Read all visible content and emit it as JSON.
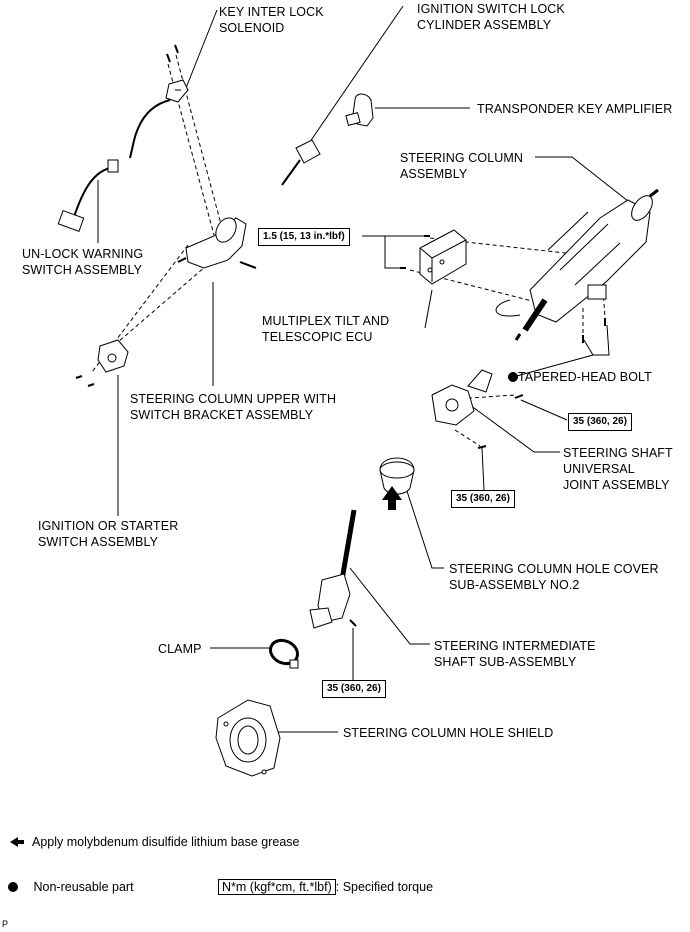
{
  "labels": {
    "key_interlock": "KEY INTER LOCK\nSOLENOID",
    "ign_lock_cyl": "IGNITION SWITCH LOCK\nCYLINDER ASSEMBLY",
    "transponder": "TRANSPONDER KEY AMPLIFIER",
    "steering_col": "STEERING COLUMN\nASSEMBLY",
    "unlock_warning": "UN-LOCK WARNING\nSWITCH ASSEMBLY",
    "multiplex_ecu": "MULTIPLEX TILT AND\nTELESCOPIC ECU",
    "tapered_bolt": "TAPERED-HEAD BOLT",
    "col_upper": "STEERING COLUMN UPPER WITH\nSWITCH BRACKET ASSEMBLY",
    "shaft_ujoint": "STEERING SHAFT\nUNIVERSAL\nJOINT ASSEMBLY",
    "ign_starter": "IGNITION OR STARTER\nSWITCH ASSEMBLY",
    "hole_cover": "STEERING COLUMN HOLE COVER\nSUB-ASSEMBLY NO.2",
    "clamp": "CLAMP",
    "intermediate_shaft": "STEERING INTERMEDIATE\nSHAFT SUB-ASSEMBLY",
    "hole_shield": "STEERING COLUMN HOLE SHIELD"
  },
  "torques": {
    "ecu": "1.5 (15, 13 in.*lbf)",
    "ujoint_upper": "35 (360, 26)",
    "ujoint_lower": "35 (360, 26)",
    "intermediate": "35 (360, 26)"
  },
  "legend": {
    "grease": "Apply molybdenum disulfide lithium base grease",
    "nonreusable": "Non-reusable part",
    "torque_unit": "N*m (kgf*cm, ft.*lbf)",
    "torque_desc": ": Specified torque"
  },
  "corner_mark": "P"
}
